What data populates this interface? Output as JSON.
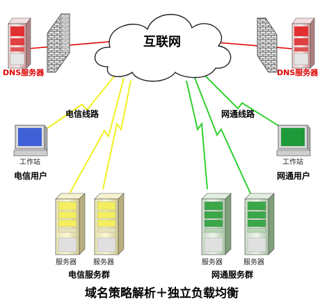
{
  "cloud": {
    "label": "互联网"
  },
  "dns_left": {
    "label": "DNS服务器"
  },
  "dns_right": {
    "label": "DNS服务器"
  },
  "link_telecom": {
    "label": "电信线路"
  },
  "link_unicom": {
    "label": "网通线路"
  },
  "workstation_left": {
    "label": "工作站",
    "user_label": "电信用户"
  },
  "workstation_right": {
    "label": "工作站",
    "user_label": "网通用户"
  },
  "telecom_cluster": {
    "server_labels": [
      "服务器",
      "服务器"
    ],
    "group_label": "电信服务群"
  },
  "unicom_cluster": {
    "server_labels": [
      "服务器",
      "服务器"
    ],
    "group_label": "网通服务群"
  },
  "caption": "域名策略解析＋独立负载均衡",
  "colors": {
    "telecom": "#f0f020",
    "unicom": "#30d030",
    "dns_link": "#e00000",
    "dns_server": "#d83030"
  }
}
